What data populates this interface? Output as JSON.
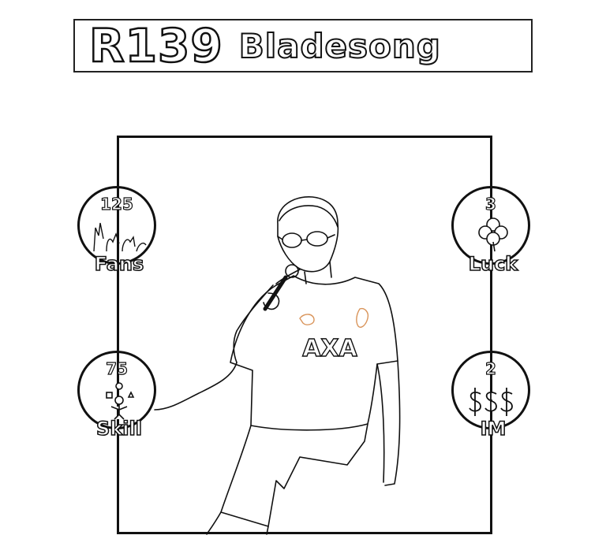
{
  "title": {
    "code": "R139",
    "name": "Bladesong"
  },
  "shirt_sponsor": "AXA",
  "stats": {
    "fans": {
      "value": "125",
      "label": "Fans",
      "icon": "crowd-hands-icon"
    },
    "luck": {
      "value": "3",
      "label": "Luck",
      "icon": "clover-icon"
    },
    "skill": {
      "value": "75",
      "label": "Skill",
      "icon": "juggler-icon"
    },
    "im": {
      "value": "2",
      "label": "IM",
      "icon": "dollar-signs-icon"
    }
  },
  "colors": {
    "ink": "#111111",
    "accent": "#d9945a",
    "background": "#ffffff"
  }
}
